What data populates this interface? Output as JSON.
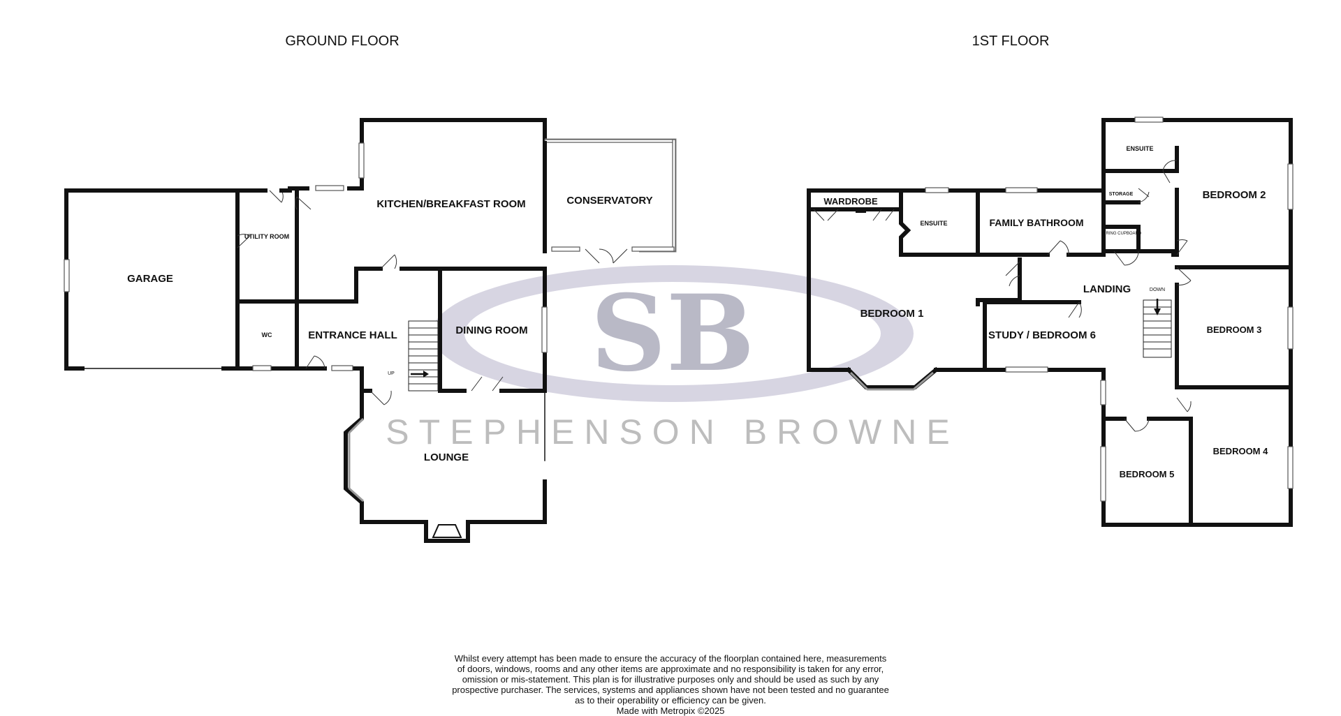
{
  "floors": {
    "ground": {
      "title": "GROUND FLOOR",
      "rooms": {
        "garage": "GARAGE",
        "utility": "UTILITY ROOM",
        "wc": "WC",
        "kitchen": "KITCHEN/BREAKFAST ROOM",
        "conservatory": "CONSERVATORY",
        "entrance_hall": "ENTRANCE HALL",
        "dining": "DINING ROOM",
        "lounge": "LOUNGE"
      },
      "stairs_label": "UP"
    },
    "first": {
      "title": "1ST FLOOR",
      "rooms": {
        "wardrobe": "WARDROBE",
        "ensuite_1": "ENSUITE",
        "family_bathroom": "FAMILY BATHROOM",
        "ensuite_2": "ENSUITE",
        "storage": "STORAGE",
        "airing_cupboard": "AIRING CUPBOARD",
        "bedroom_2": "BEDROOM 2",
        "landing": "LANDING",
        "bedroom_1": "BEDROOM 1",
        "study": "STUDY / BEDROOM 6",
        "bedroom_3": "BEDROOM 3",
        "bedroom_4": "BEDROOM 4",
        "bedroom_5": "BEDROOM 5"
      },
      "stairs_label": "DOWN"
    }
  },
  "watermark": {
    "monogram": "SB",
    "brand": "STEPHENSON BROWNE"
  },
  "disclaimer": {
    "lines": [
      "Whilst every attempt has been made to ensure the accuracy of the floorplan contained here, measurements",
      "of doors, windows, rooms and any other items are approximate and no responsibility is taken for any error,",
      "omission or mis-statement. This plan is for illustrative purposes only and should be used as such by any",
      "prospective purchaser. The services, systems and appliances shown have not been tested and no guarantee",
      "as to their operability or efficiency can be given."
    ],
    "credit": "Made with Metropix ©2025"
  },
  "colors": {
    "wall": "#111111",
    "watermark_ring": "#c8c6d6",
    "watermark_text": "#bdbdbd"
  }
}
